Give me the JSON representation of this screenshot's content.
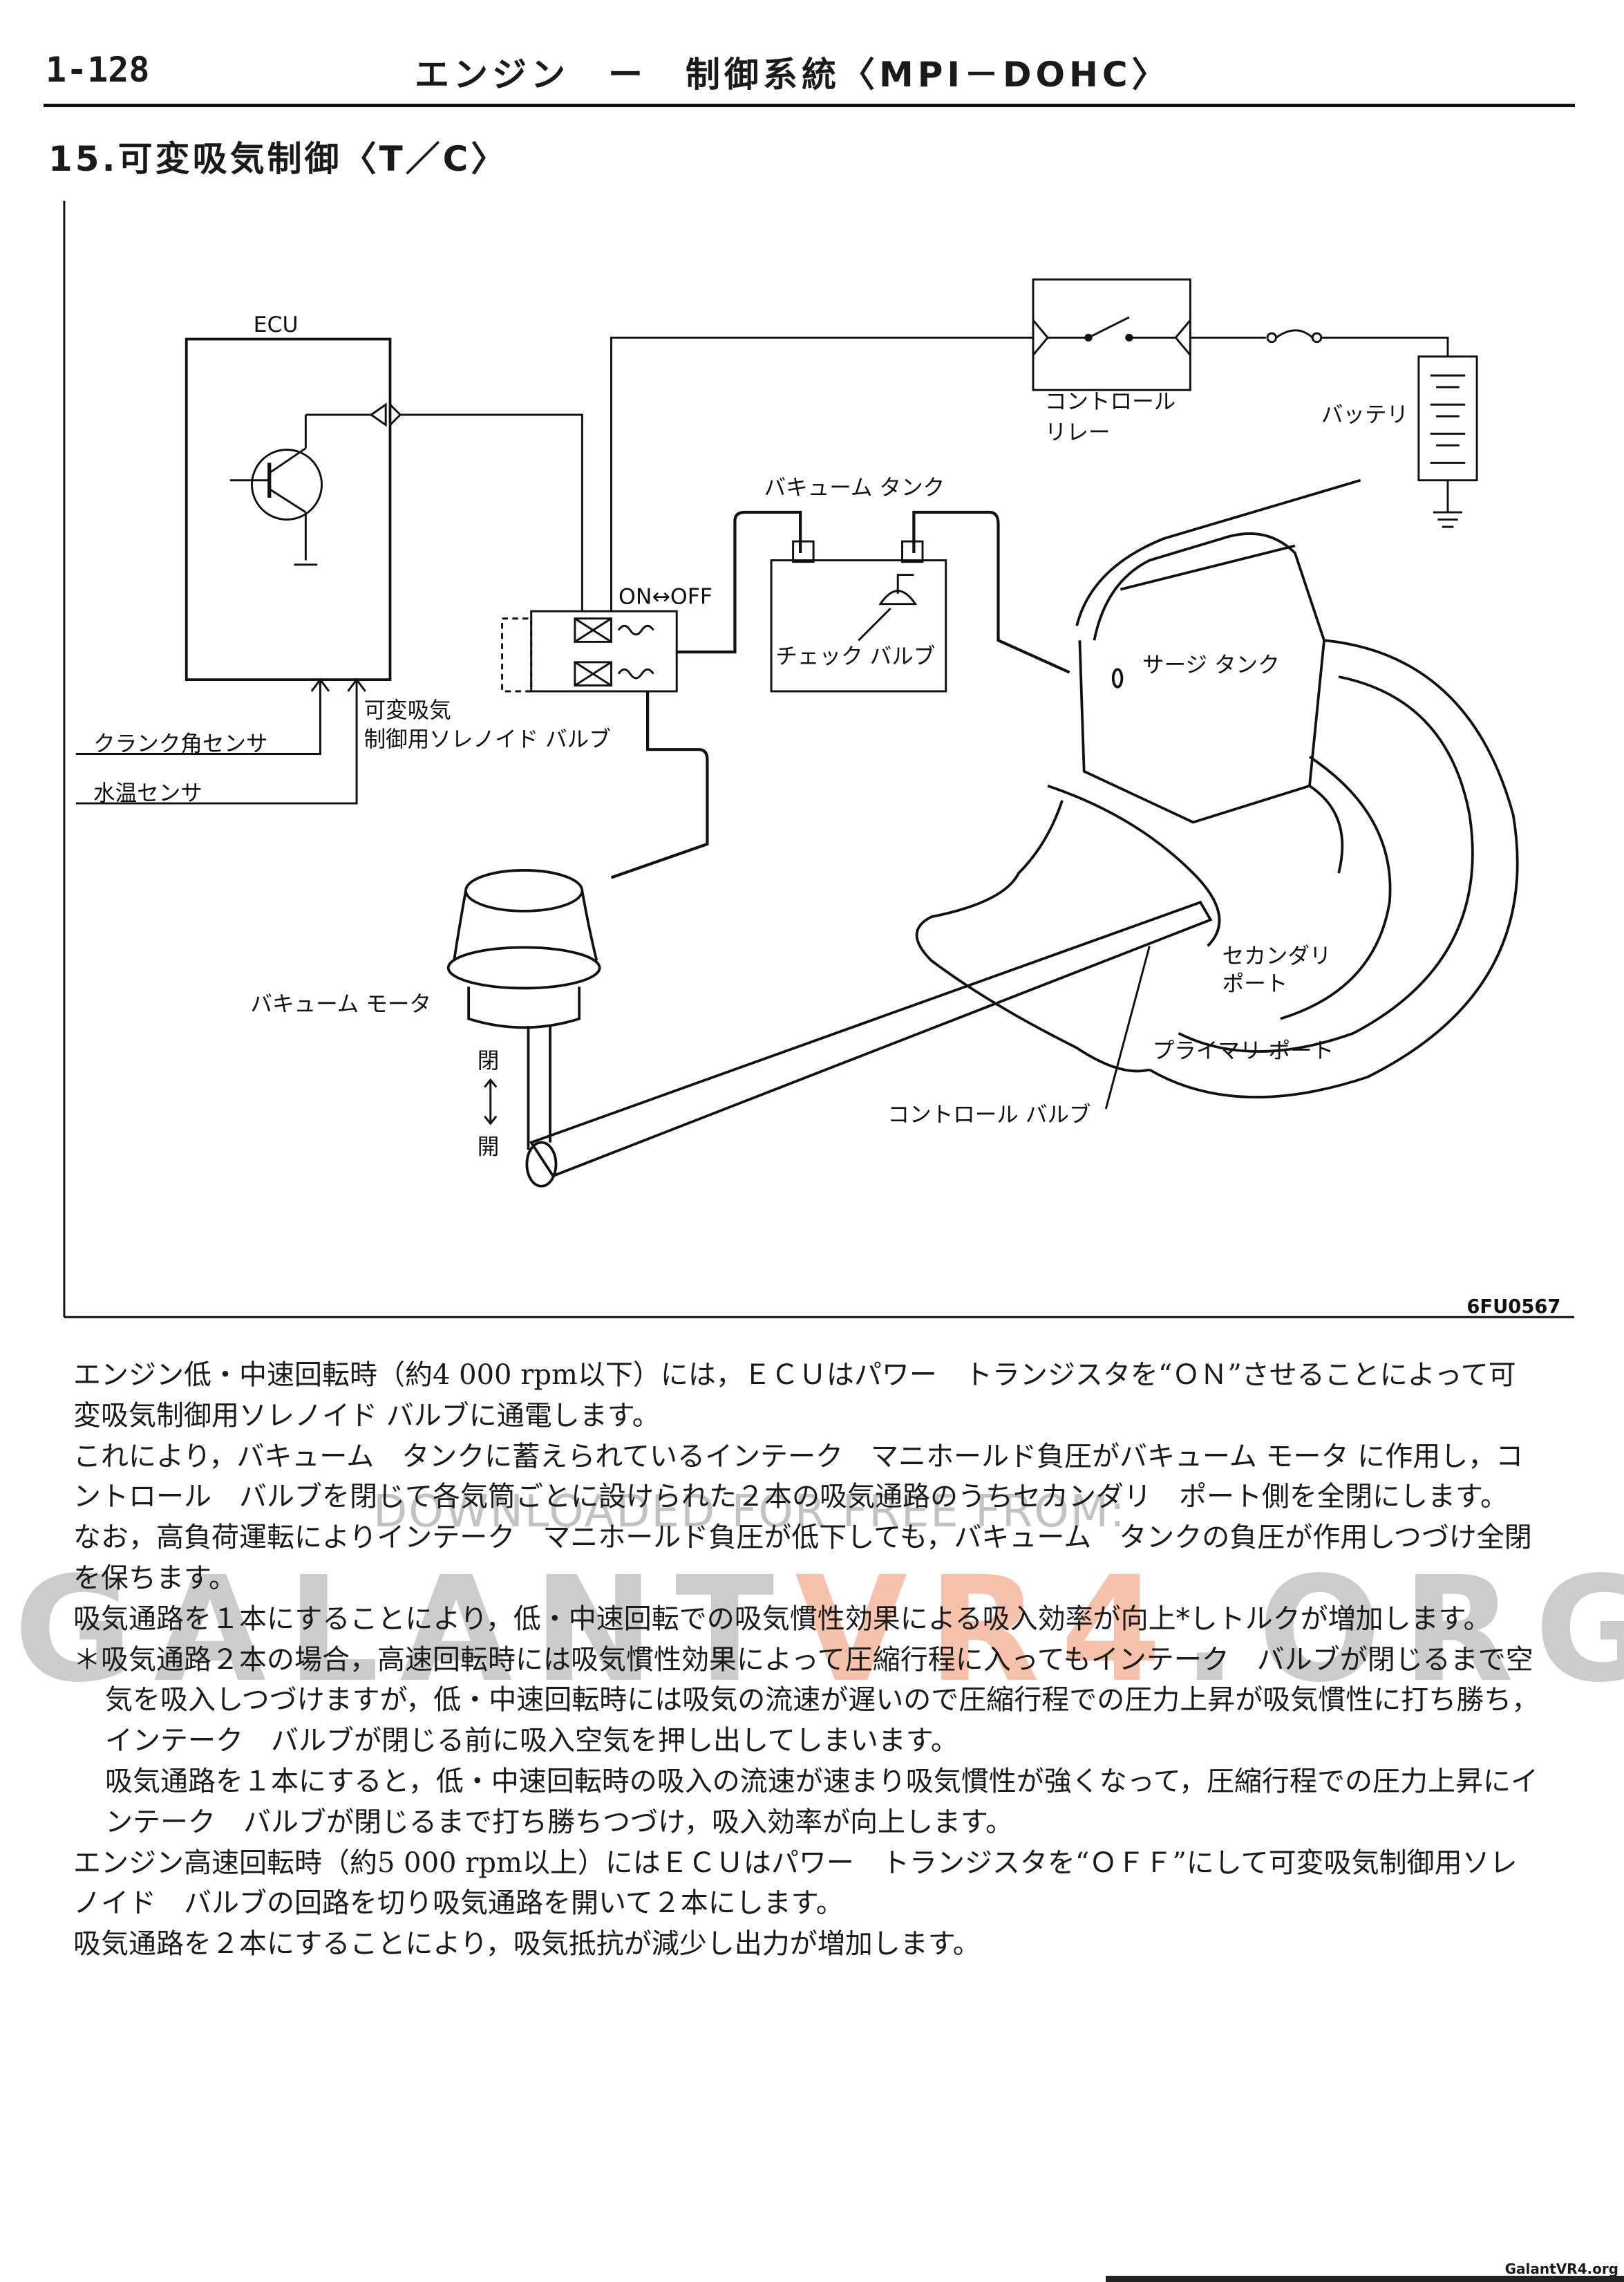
{
  "header": {
    "page_number": "1-128",
    "title": "エンジン　ー　制御系統〈MPI－DOHC〉"
  },
  "section": {
    "title": "15.可変吸気制御〈T／C〉"
  },
  "diagram": {
    "figure_id": "6FU0567",
    "labels": {
      "ecu": "ECU",
      "control_relay_1": "コントロール",
      "control_relay_2": "リレー",
      "battery": "バッテリ",
      "vacuum_tank": "バキューム タンク",
      "on_off": "ON↔OFF",
      "check_valve": "チェック バルブ",
      "surge_tank": "サージ タンク",
      "solenoid_1": "可変吸気",
      "solenoid_2": "制御用ソレノイド バルブ",
      "crank_sensor": "クランク角センサ",
      "water_temp_sensor": "水温センサ",
      "vacuum_motor": "バキューム モータ",
      "closed": "閉",
      "open": "開",
      "secondary_port_1": "セカンダリ",
      "secondary_port_2": "ポート",
      "primary_port": "プライマリ ポート",
      "control_valve": "コントロール バルブ"
    }
  },
  "body": {
    "lines": [
      "エンジン低・中速回転時（約4 000 rpm以下）には，ＥＣＵはパワー　トランジスタを“ＯＮ”させることによって可",
      "変吸気制御用ソレノイド バルブに通電します。",
      "これにより，バキューム　タンクに蓄えられているインテーク　マニホールド負圧がバキューム モータ に作用し，コ",
      "ントロール　バルブを閉じて各気筒ごとに設けられた２本の吸気通路のうちセカンダリ　ポート側を全閉にします。",
      "なお，高負荷運転によりインテーク　マニホールド負圧が低下しても，バキューム　タンクの負圧が作用しつづけ全閉",
      "を保ちます。",
      "吸気通路を１本にすることにより，低・中速回転での吸気慣性効果による吸入効率が向上*しトルクが増加します。",
      "＊吸気通路２本の場合，高速回転時には吸気慣性効果によって圧縮行程に入ってもインテーク　バルブが閉じるまで空",
      "気を吸入しつづけますが，低・中速回転時には吸気の流速が遅いので圧縮行程での圧力上昇が吸気慣性に打ち勝ち，",
      "インテーク　バルブが閉じる前に吸入空気を押し出してしまいます。",
      "吸気通路を１本にすると，低・中速回転時の吸入の流速が速まり吸気慣性が強くなって，圧縮行程での圧力上昇にイ",
      "ンテーク　バルブが閉じるまで打ち勝ちつづけ，吸入効率が向上します。",
      "エンジン高速回転時（約5 000 rpm以上）にはＥＣＵはパワー　トランジスタを“ＯＦＦ”にして可変吸気制御用ソレ",
      "ノイド　バルブの回路を切り吸気通路を開いて２本にします。",
      "吸気通路を２本にすることにより，吸気抵抗が減少し出力が増加します。"
    ]
  },
  "watermark": {
    "line1": "DOWNLOADED FOR FREE FROM:",
    "site_a": "GALANT",
    "site_b": "VR4",
    "site_c": ".ORG",
    "corner": "GalantVR4.org"
  },
  "colors": {
    "ink": "#1a1a1a",
    "watermark_gray": "#8a8a8a",
    "watermark_orange": "#eb7846"
  }
}
